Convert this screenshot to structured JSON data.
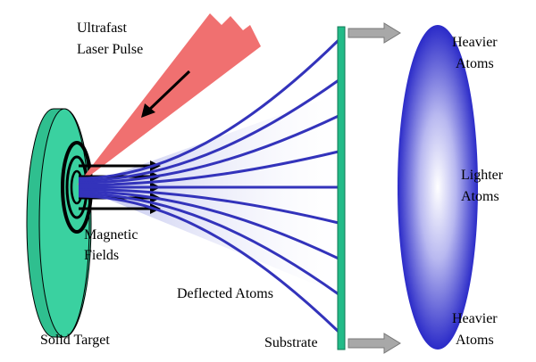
{
  "labels": {
    "laser_line1": "Ultrafast",
    "laser_line2": "Laser Pulse",
    "magnetic_line1": "Magnetic",
    "magnetic_line2": "Fields",
    "deflected": "Deflected Atoms",
    "target": "Solid Target",
    "substrate": "Substrate",
    "heavier_top_line1": "Heavier",
    "heavier_top_line2": "Atoms",
    "lighter_line1": "Lighter",
    "lighter_line2": "Atoms",
    "heavier_bottom_line1": "Heavier",
    "heavier_bottom_line2": "Atoms"
  },
  "colors": {
    "target": "#33cc99",
    "laser": "#f07070",
    "plume": "#c8caf0",
    "trajectory": "#3333bb",
    "substrate": "#22bb88",
    "deposit": "#3a3ad0",
    "flow_arrow": "#a8a8a8"
  }
}
